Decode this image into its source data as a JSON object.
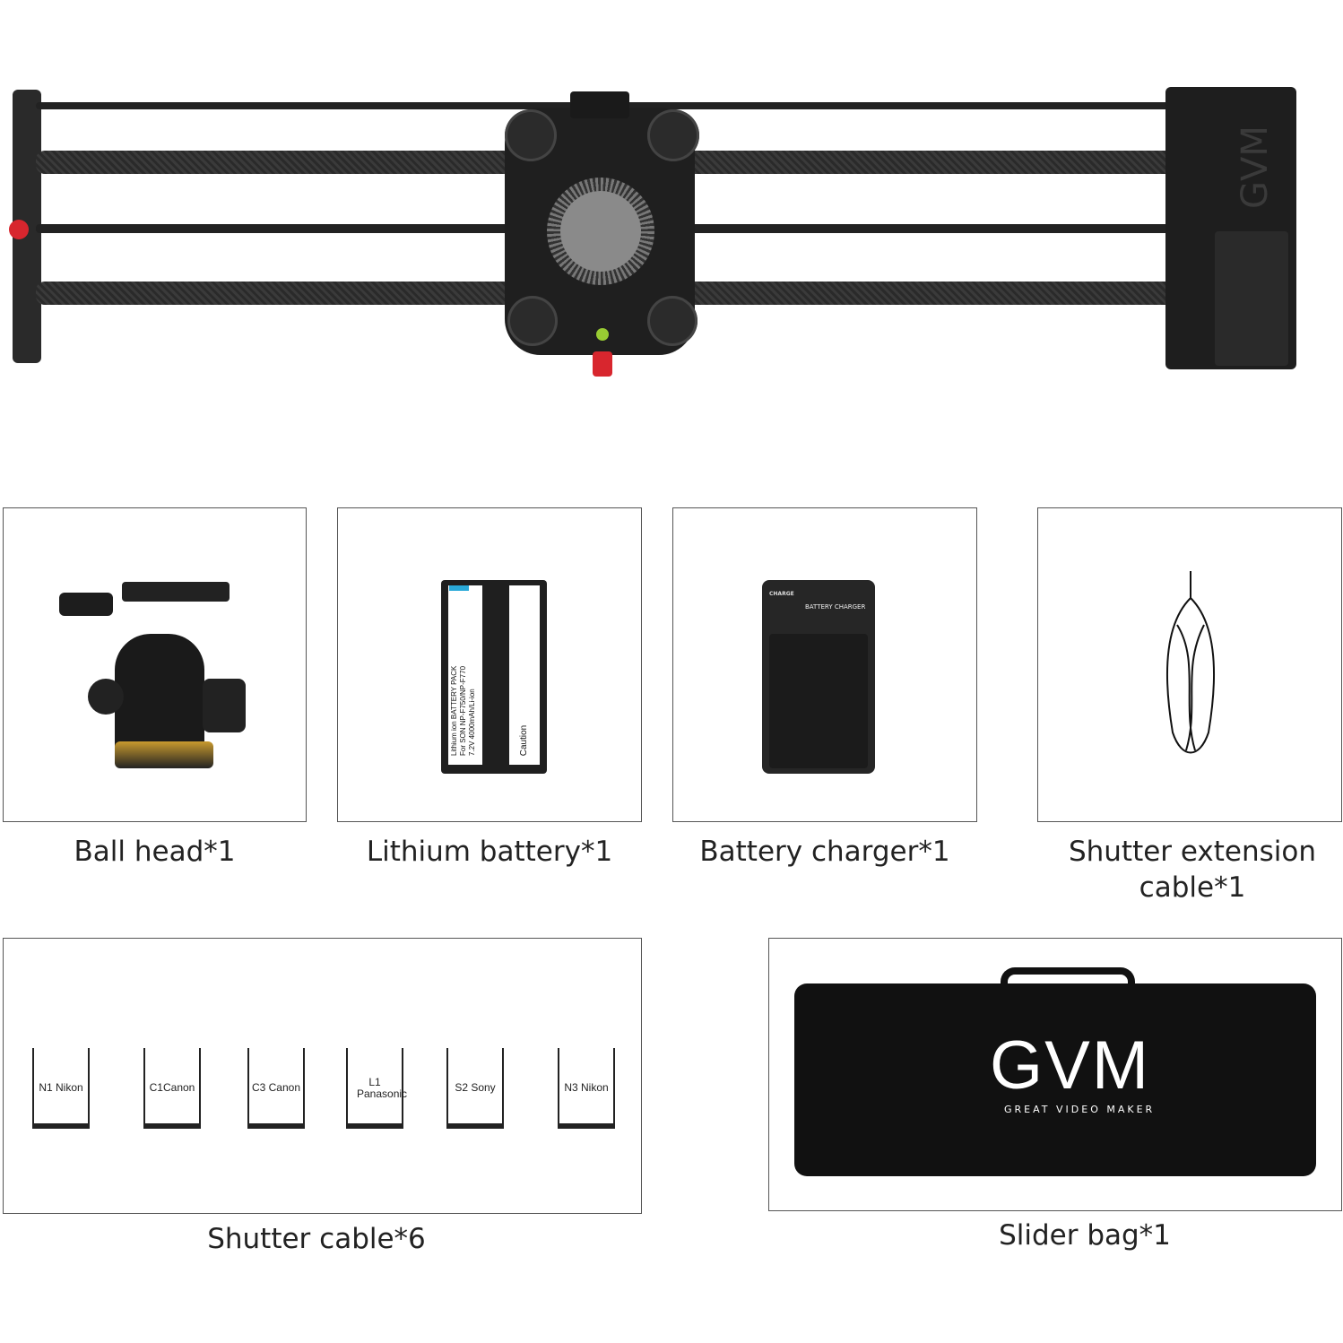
{
  "hero": {
    "product": "camera-slider",
    "motor_box_logo": "GVM"
  },
  "accessories": [
    {
      "label": "Ball head*1"
    },
    {
      "label": "Lithium battery*1"
    },
    {
      "label": "Battery charger*1"
    },
    {
      "label": "Shutter extension cable*1"
    }
  ],
  "battery": {
    "lines": [
      "Lithium ion BATTERY PACK",
      "For SON NP-F750/NP-F770",
      "7.2V 4000mAh/Li-ion"
    ],
    "caution": "Caution"
  },
  "charger": {
    "charge": "CHARGE",
    "title": "BATTERY CHARGER"
  },
  "shutter_cables": {
    "label": "Shutter cable*6",
    "items": [
      "N1 Nikon",
      "C1Canon",
      "C3 Canon",
      "L1 Panasonic",
      "S2 Sony",
      "N3 Nikon"
    ]
  },
  "bag": {
    "label": "Slider bag*1",
    "logo": "GVM",
    "tagline": "Great Video Maker"
  },
  "colors": {
    "accent_red": "#d8262e",
    "body_black": "#222222"
  }
}
